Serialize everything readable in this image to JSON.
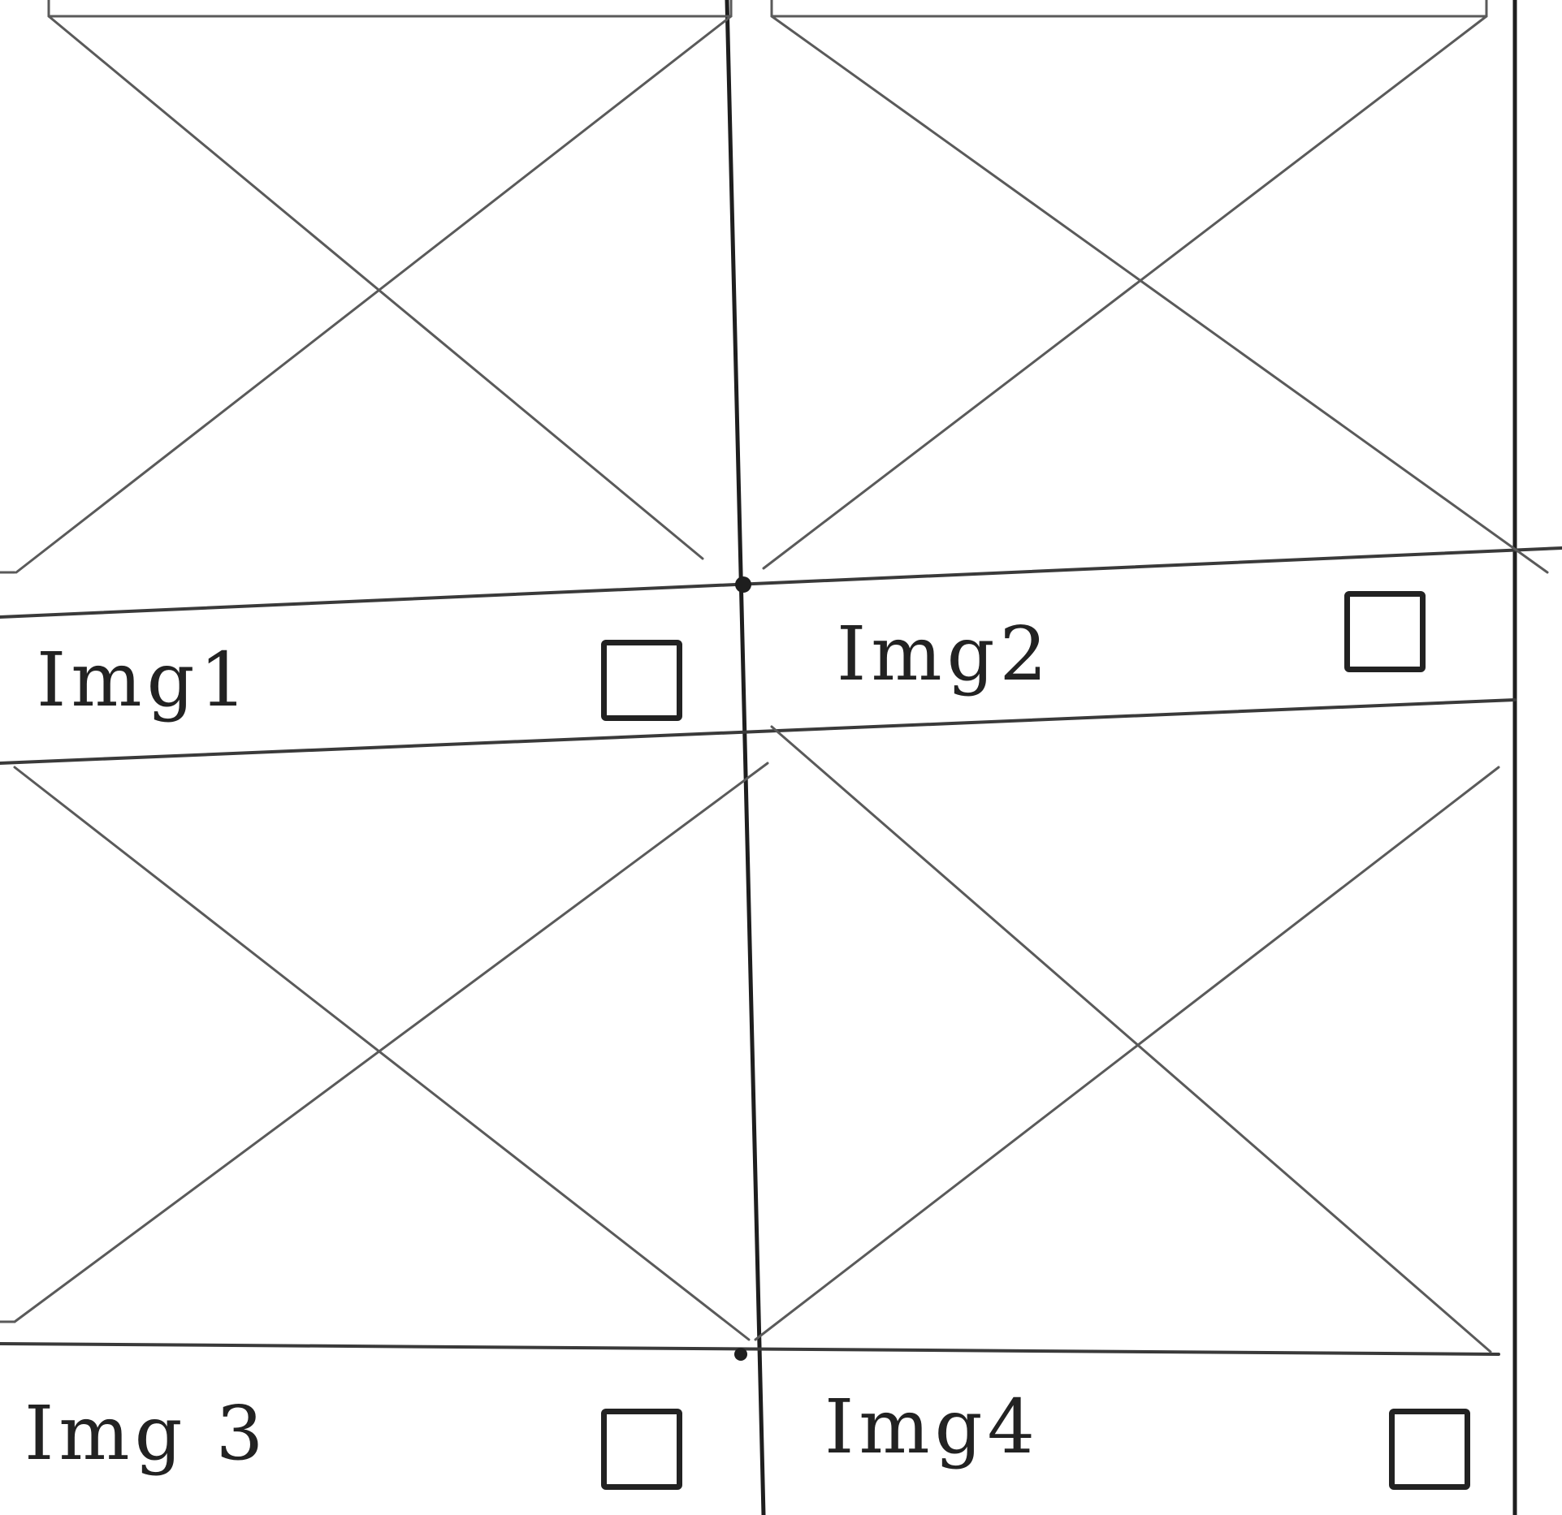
{
  "gallery": {
    "tiles": [
      {
        "label": "Img1",
        "checkbox": "checkbox-icon",
        "selected": false
      },
      {
        "label": "Img2",
        "checkbox": "checkbox-icon",
        "selected": false
      },
      {
        "label": "Img 3",
        "checkbox": "checkbox-icon",
        "selected": false
      },
      {
        "label": "Img4",
        "checkbox": "checkbox-icon",
        "selected": false
      }
    ],
    "placeholder_icon": "image-placeholder-icon"
  },
  "colors": {
    "ink": "#222222",
    "paper": "#ffffff"
  }
}
